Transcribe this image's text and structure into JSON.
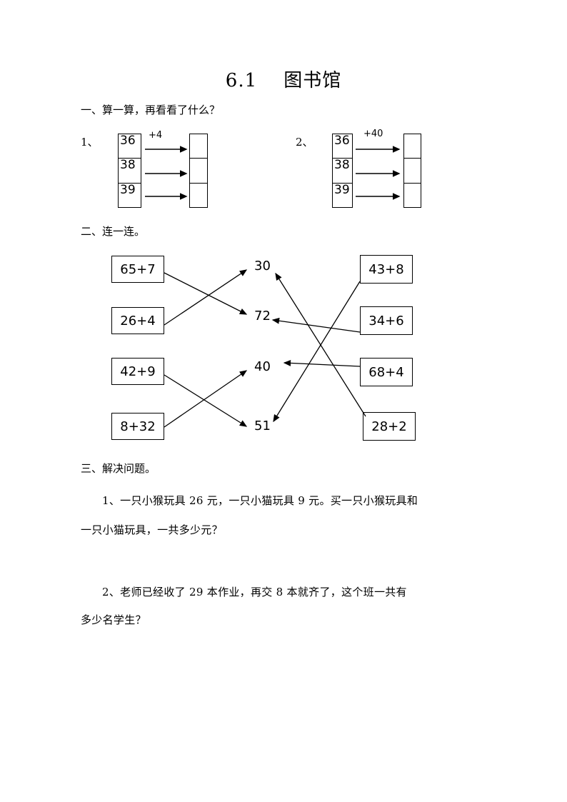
{
  "document": {
    "title": "6.1    图书馆"
  },
  "sections": [
    {
      "heading": "一、算一算，再看看了什么？",
      "exercises": [
        {
          "number": "1、",
          "operation": "+4",
          "inputs": [
            "36",
            "38",
            "39"
          ],
          "outputs": [
            "",
            "",
            ""
          ]
        },
        {
          "number": "2、",
          "operation": "+40",
          "inputs": [
            "36",
            "38",
            "39"
          ],
          "outputs": [
            "",
            "",
            ""
          ]
        }
      ]
    },
    {
      "heading": "二、连一连。",
      "left_boxes": [
        "65+7",
        "26+4",
        "42+9",
        "8+32"
      ],
      "middle_labels": [
        "30",
        "72",
        "40",
        "51"
      ],
      "right_boxes": [
        "43+8",
        "34+6",
        "68+4",
        "28+2"
      ]
    },
    {
      "heading": "三、解决问题。",
      "problems": [
        {
          "line1": "1、一只小猴玩具 26 元，一只小猫玩具 9 元。买一只小猴玩具和",
          "line2": "一只小猫玩具，一共多少元？"
        },
        {
          "line1": "2、老师已经收了 29 本作业，再交 8 本就齐了，这个班一共有",
          "line2": "多少名学生？"
        }
      ]
    }
  ],
  "chart_data": {
    "type": "diagram",
    "title": "连一连 matching diagram",
    "left_items": [
      "65+7",
      "26+4",
      "42+9",
      "8+32"
    ],
    "middle_items": [
      "30",
      "72",
      "40",
      "51"
    ],
    "right_items": [
      "43+8",
      "34+6",
      "68+4",
      "28+2"
    ],
    "left_connections": [
      {
        "from": "65+7",
        "to": "72"
      },
      {
        "from": "26+4",
        "to": "30"
      },
      {
        "from": "42+9",
        "to": "51"
      },
      {
        "from": "8+32",
        "to": "40"
      }
    ],
    "right_connections": [
      {
        "from": "43+8",
        "to": "51"
      },
      {
        "from": "34+6",
        "to": "72"
      },
      {
        "from": "68+4",
        "to": "40"
      },
      {
        "from": "28+2",
        "to": "30"
      }
    ]
  }
}
